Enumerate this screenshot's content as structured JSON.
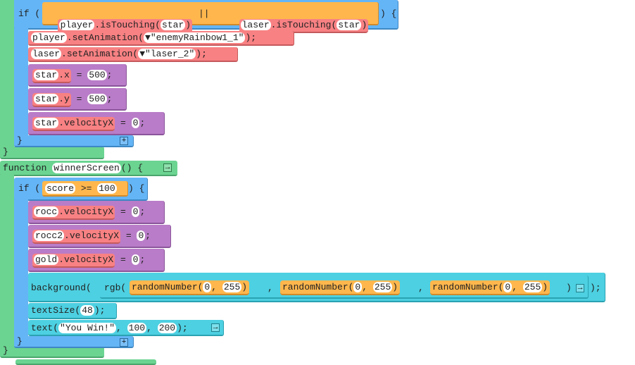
{
  "workspace": {
    "if_block_1": {
      "keyword": "if (",
      "cond_left": {
        "object": "player",
        "method": ".isTouching(",
        "arg": "star",
        "close": ")"
      },
      "operator": "||",
      "cond_right": {
        "object": "laser",
        "method": ".isTouching(",
        "arg": "star",
        "close": ")"
      },
      "close": ") {",
      "end": "}"
    },
    "player_anim": {
      "object": "player",
      "method": ".setAnimation(",
      "dropdown_icon": "▼",
      "value": "\"enemyRainbow1_1\"",
      "close": ");"
    },
    "laser_anim": {
      "object": "laser",
      "method": ".setAnimation(",
      "dropdown_icon": "▼",
      "value": "\"laser_2\"",
      "close": ");"
    },
    "star_x": {
      "object": "star",
      "prop": ".x",
      "eq": "=",
      "value": "500",
      "semi": ";"
    },
    "star_y": {
      "object": "star",
      "prop": ".y",
      "eq": "=",
      "value": "500",
      "semi": ";"
    },
    "star_vx": {
      "object": "star",
      "prop": ".velocityX",
      "eq": "=",
      "value": "0",
      "semi": ";"
    },
    "func_end_1": "}",
    "function_def": {
      "keyword": "function",
      "name": "winnerScreen",
      "parens": "()",
      "open": "{"
    },
    "if_block_2": {
      "keyword": "if (",
      "var": "score",
      "op": ">=",
      "value": "100",
      "close": ") {",
      "end": "}"
    },
    "rocc_vx": {
      "object": "rocc",
      "prop": ".velocityX",
      "eq": "=",
      "value": "0",
      "semi": ";"
    },
    "rocc2_vx": {
      "object": "rocc2",
      "prop": ".velocityX",
      "eq": "=",
      "value": "0",
      "semi": ";"
    },
    "gold_vx": {
      "object": "gold",
      "prop": ".velocityX",
      "eq": "=",
      "value": "0",
      "semi": ";"
    },
    "background": {
      "func": "background(",
      "rgb": "rgb(",
      "args": [
        {
          "func": "randomNumber(",
          "min": "0",
          "comma": ",",
          "max": "255",
          "close": ")"
        },
        {
          "func": "randomNumber(",
          "min": "0",
          "comma": ",",
          "max": "255",
          "close": ")"
        },
        {
          "func": "randomNumber(",
          "min": "0",
          "comma": ",",
          "max": "255",
          "close": ")"
        }
      ],
      "sep": ",",
      "rgb_close": ")",
      "close": ");"
    },
    "text_size": {
      "func": "textSize(",
      "value": "48",
      "close": ");"
    },
    "text_call": {
      "func": "text(",
      "str": "\"You Win!\"",
      "x": "100",
      "y": "200",
      "comma": ",",
      "close": ");"
    },
    "func_end_2": "}",
    "buttons": {
      "plus": "+",
      "arrow": "→"
    }
  }
}
